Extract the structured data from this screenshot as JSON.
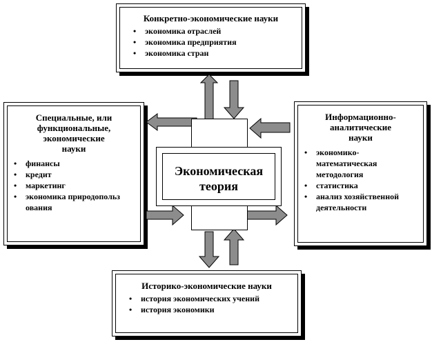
{
  "center": {
    "title_line1": "Экономическая",
    "title_line2": "теория"
  },
  "top_box": {
    "title": "Конкретно-экономические науки",
    "items": [
      "экономика отраслей",
      "экономика предприятия",
      "экономика стран"
    ]
  },
  "left_box": {
    "title_lines": [
      "Специальные, или",
      "функциональные,",
      "экономические",
      "науки"
    ],
    "items": [
      "финансы",
      "кредит",
      "маркетинг",
      "экономика природопользования"
    ]
  },
  "right_box": {
    "title_lines": [
      "Информационно-",
      "аналитические",
      "науки"
    ],
    "items": [
      "экономико-математическая методология",
      "статистика",
      "анализ хозяйственной деятельности"
    ]
  },
  "bottom_box": {
    "title": "Историко-экономические науки",
    "items": [
      "история экономических учений",
      "история экономики"
    ]
  },
  "colors": {
    "arrow_fill": "#8c8c8c",
    "border": "#000000",
    "background": "#ffffff"
  }
}
